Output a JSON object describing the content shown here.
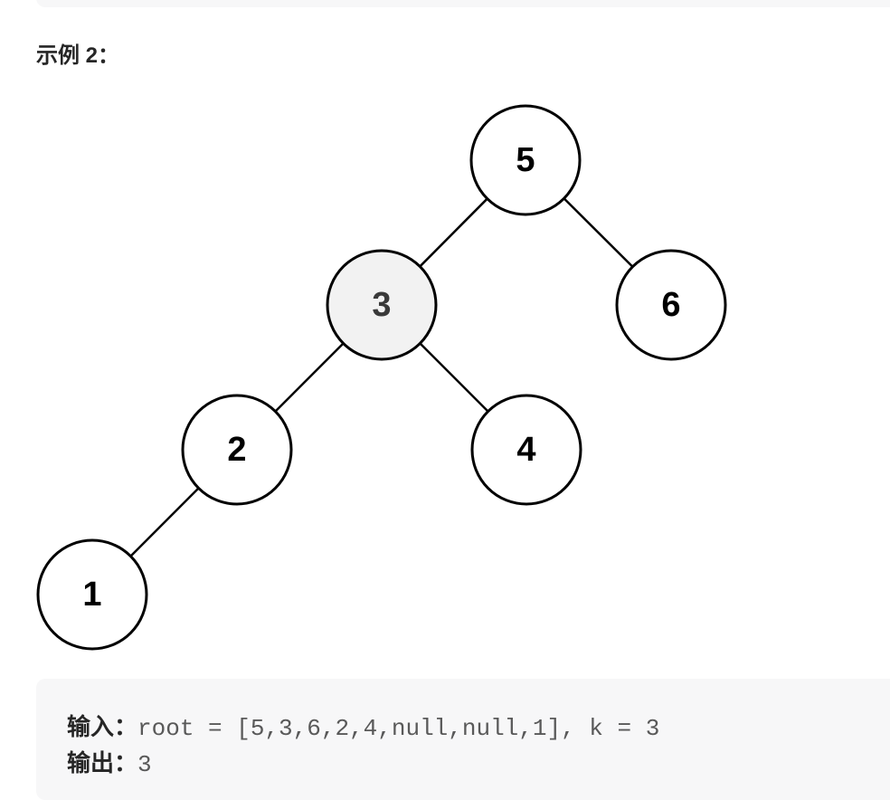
{
  "example": {
    "title": "示例 2："
  },
  "tree": {
    "nodes": [
      {
        "id": "n5",
        "value": "5",
        "highlighted": false
      },
      {
        "id": "n3",
        "value": "3",
        "highlighted": true
      },
      {
        "id": "n6",
        "value": "6",
        "highlighted": false
      },
      {
        "id": "n2",
        "value": "2",
        "highlighted": false
      },
      {
        "id": "n4",
        "value": "4",
        "highlighted": false
      },
      {
        "id": "n1",
        "value": "1",
        "highlighted": false
      }
    ],
    "edges": [
      [
        "n5",
        "n3"
      ],
      [
        "n5",
        "n6"
      ],
      [
        "n3",
        "n2"
      ],
      [
        "n3",
        "n4"
      ],
      [
        "n2",
        "n1"
      ]
    ]
  },
  "io": {
    "input_label": "输入：",
    "input_value": "root = [5,3,6,2,4,null,null,1], k = 3",
    "output_label": "输出：",
    "output_value": "3"
  },
  "colors": {
    "code_background": "#f7f7f8",
    "highlight_fill": "#f2f2f2"
  }
}
